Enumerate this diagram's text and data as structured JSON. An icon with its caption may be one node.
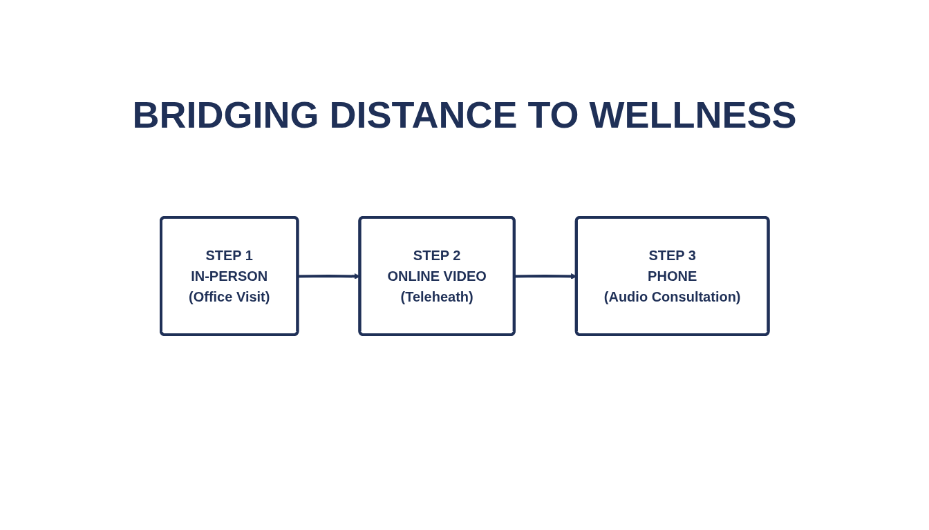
{
  "diagram": {
    "title": "BRIDGING DISTANCE TO WELLNESS",
    "nodes": [
      {
        "text": [
          "STEP 1",
          "IN-PERSON",
          "(Office Visit)"
        ]
      },
      {
        "text": [
          "STEP 2",
          "ONLINE VIDEO",
          "(Teleheath)"
        ]
      },
      {
        "text": [
          "STEP 3",
          "PHONE",
          "(Audio Consultation)"
        ]
      }
    ],
    "edges": [
      {
        "from": 0,
        "to": 1,
        "arrow": "to"
      },
      {
        "from": 1,
        "to": 2,
        "arrow": "to"
      }
    ]
  }
}
